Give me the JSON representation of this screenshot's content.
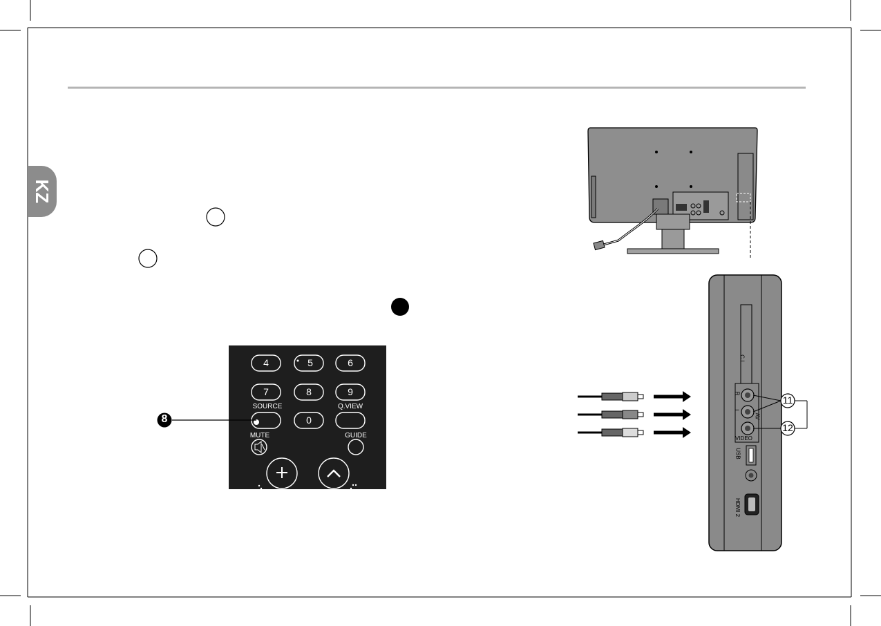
{
  "side_tab": {
    "label": "KZ",
    "color": "#8c8c8c"
  },
  "remote": {
    "number_keys": [
      "4",
      "5",
      "6",
      "7",
      "8",
      "9",
      "0"
    ],
    "source_label": "SOURCE",
    "qview_label": "Q.VIEW",
    "mute_label": "MUTE",
    "guide_label": "GUIDE",
    "callout_number": "8"
  },
  "tv_side_panel": {
    "slot_label": "C.I.",
    "port_r": "R",
    "port_l": "L",
    "av_label": "AV",
    "video_label": "VIDEO",
    "usb_label": "USB",
    "hdmi_label": "HDMI 2",
    "callouts": [
      "11",
      "12"
    ]
  },
  "colors": {
    "remote_body": "#1e1e1e",
    "tv_body": "#8e8e8e",
    "panel_body": "#8a8a8a",
    "rule_line": "#b4b4b4"
  }
}
